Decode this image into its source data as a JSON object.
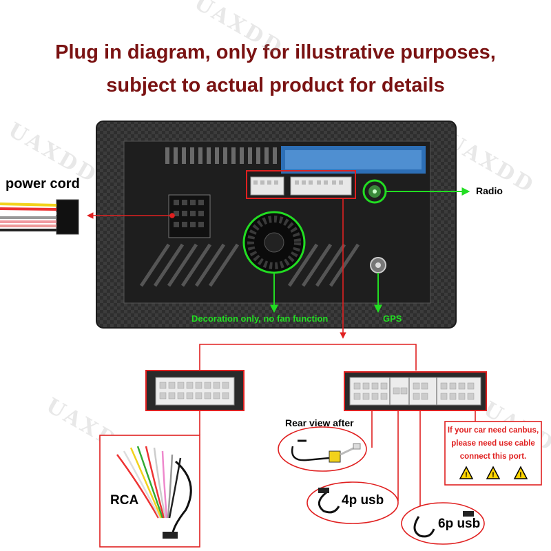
{
  "title": {
    "line1": "Plug in diagram, only for illustrative purposes,",
    "line2": "subject to actual product for details"
  },
  "watermark": "UAXDD",
  "labels": {
    "power_cord": "power cord",
    "radio": "Radio",
    "decoration": "Decoration only, no fan function",
    "gps": "GPS",
    "rear_view": "Rear view after",
    "usb_4p": "4p usb",
    "usb_6p": "6p usb",
    "rca": "RCA",
    "canbus_note": [
      "If your car need canbus,",
      "please need use cable",
      "connect this port."
    ]
  },
  "colors": {
    "title": "#7a1212",
    "callout_red": "#e02020",
    "callout_green": "#22dd22",
    "unit_body": "#2b2b2b"
  }
}
